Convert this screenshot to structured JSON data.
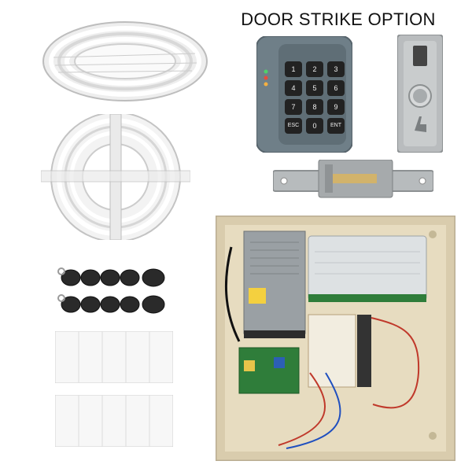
{
  "title": "DOOR STRIKE OPTION",
  "keypad": {
    "keys": [
      "1",
      "2",
      "3",
      "4",
      "5",
      "6",
      "7",
      "8",
      "9",
      "ESC",
      "0",
      "ENT"
    ]
  },
  "colors": {
    "cable_white": "#f2f2f2",
    "cable_shadow": "#c9c9c9",
    "keypad_body": "#6f7f88",
    "key_black": "#222222",
    "fob_black": "#2a2a2a",
    "card_white": "#f7f7f7",
    "enclosure": "#d9ccad",
    "psu_metal": "#9aa0a4",
    "controller": "#dde1e3",
    "pcb_green": "#2f7d3a",
    "strike_plate": "#b7bbbd"
  },
  "items": {
    "fob_count": 10,
    "card_count": 10
  }
}
